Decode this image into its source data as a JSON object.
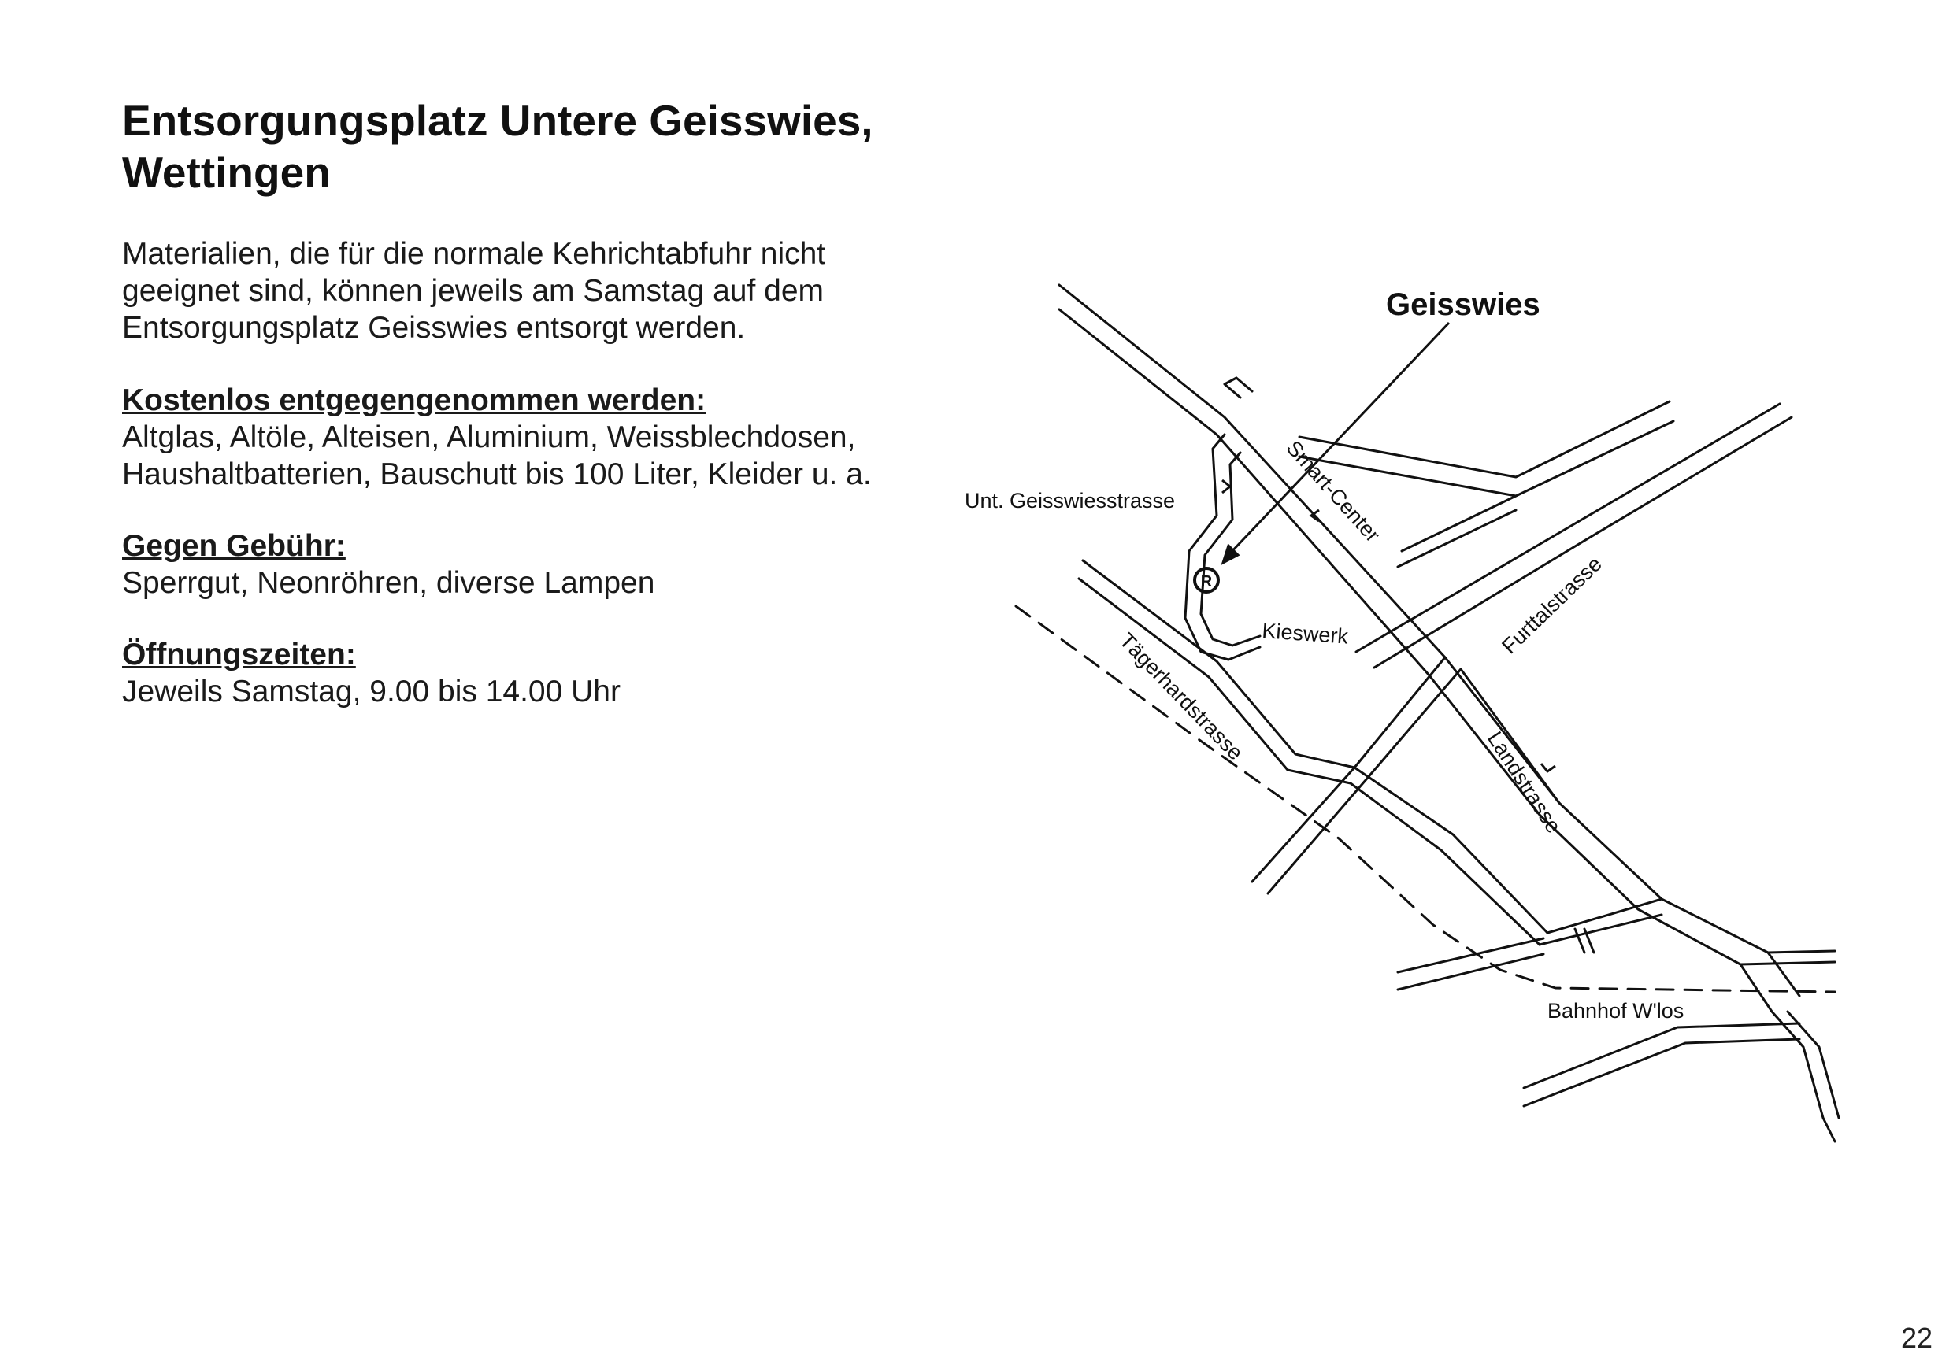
{
  "page": {
    "title": "Entsorgungsplatz Untere Geisswies, Wettingen",
    "intro": [
      "Materialien, die für die normale Kehrichtabfuhr nicht",
      "geeignet sind, können jeweils am Samstag auf dem",
      "Entsorgungsplatz Geisswies entsorgt werden."
    ],
    "free": {
      "heading": "Kostenlos entgegengenommen werden:",
      "lines": [
        "Altglas, Altöle, Alteisen, Aluminium, Weissblechdosen,",
        "Haushaltbatterien, Bauschutt bis 100 Liter, Kleider u. a."
      ]
    },
    "fee": {
      "heading": "Gegen Gebühr:",
      "lines": [
        "Sperrgut, Neonröhren, diverse Lampen"
      ]
    },
    "hours": {
      "heading": "Öffnungszeiten:",
      "lines": [
        "Jeweils Samstag, 9.00 bis 14.00 Uhr"
      ]
    },
    "page_number": "22"
  },
  "map": {
    "labels": {
      "geisswies": "Geisswies",
      "unt_geisswiesstrasse": "Unt. Geisswiesstrasse",
      "smart_center": "Smart-Center",
      "kieswerk": "Kieswerk",
      "taegerhardstrasse": "Tägerhardstrasse",
      "furttalstrasse": "Furttalstrasse",
      "landstrasse": "Landstrasse",
      "bahnhof": "Bahnhof W'los"
    },
    "recycling_symbol": "R",
    "colors": {
      "ink": "#111111",
      "paper": "#ffffff"
    },
    "icons": [
      "recycling-icon",
      "entrance-arrow-icon",
      "location-arrow-icon"
    ]
  }
}
